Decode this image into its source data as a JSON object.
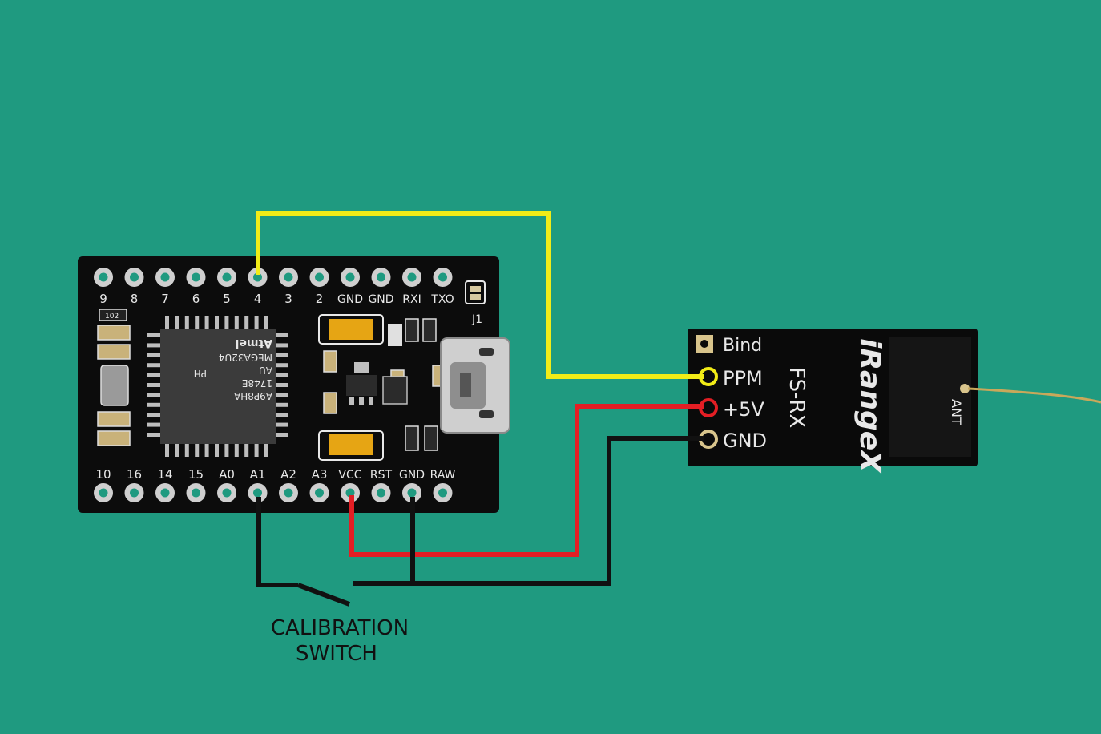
{
  "colors": {
    "background": "#1f9a80",
    "board": "#0c0c0c",
    "wire_signal": "#f2ec17",
    "wire_power": "#e31e24",
    "wire_ground": "#111111",
    "antenna": "#c9a85a",
    "silkscreen": "#e8e8e8"
  },
  "pro_micro": {
    "top_pins": [
      "9",
      "8",
      "7",
      "6",
      "5",
      "4",
      "3",
      "2",
      "GND",
      "GND",
      "RXI",
      "TXO"
    ],
    "bottom_pins": [
      "10",
      "16",
      "14",
      "15",
      "A0",
      "A1",
      "A2",
      "A3",
      "VCC",
      "RST",
      "GND",
      "RAW"
    ],
    "connector_label": "J1",
    "chip_brand": "Atmel",
    "chip_model": "MEGA32U4",
    "chip_variant": "AU",
    "chip_date": "1748E",
    "chip_lot": "A9P8HA",
    "chip_suffix": "PH",
    "resistor_code": "102"
  },
  "receiver": {
    "pins": [
      "Bind",
      "PPM",
      "+5V",
      "GND"
    ],
    "model": "FS-RX",
    "brand": "iRangeX",
    "antenna_label": "ANT"
  },
  "annotation": {
    "line1": "CALIBRATION",
    "line2": "SWITCH"
  }
}
